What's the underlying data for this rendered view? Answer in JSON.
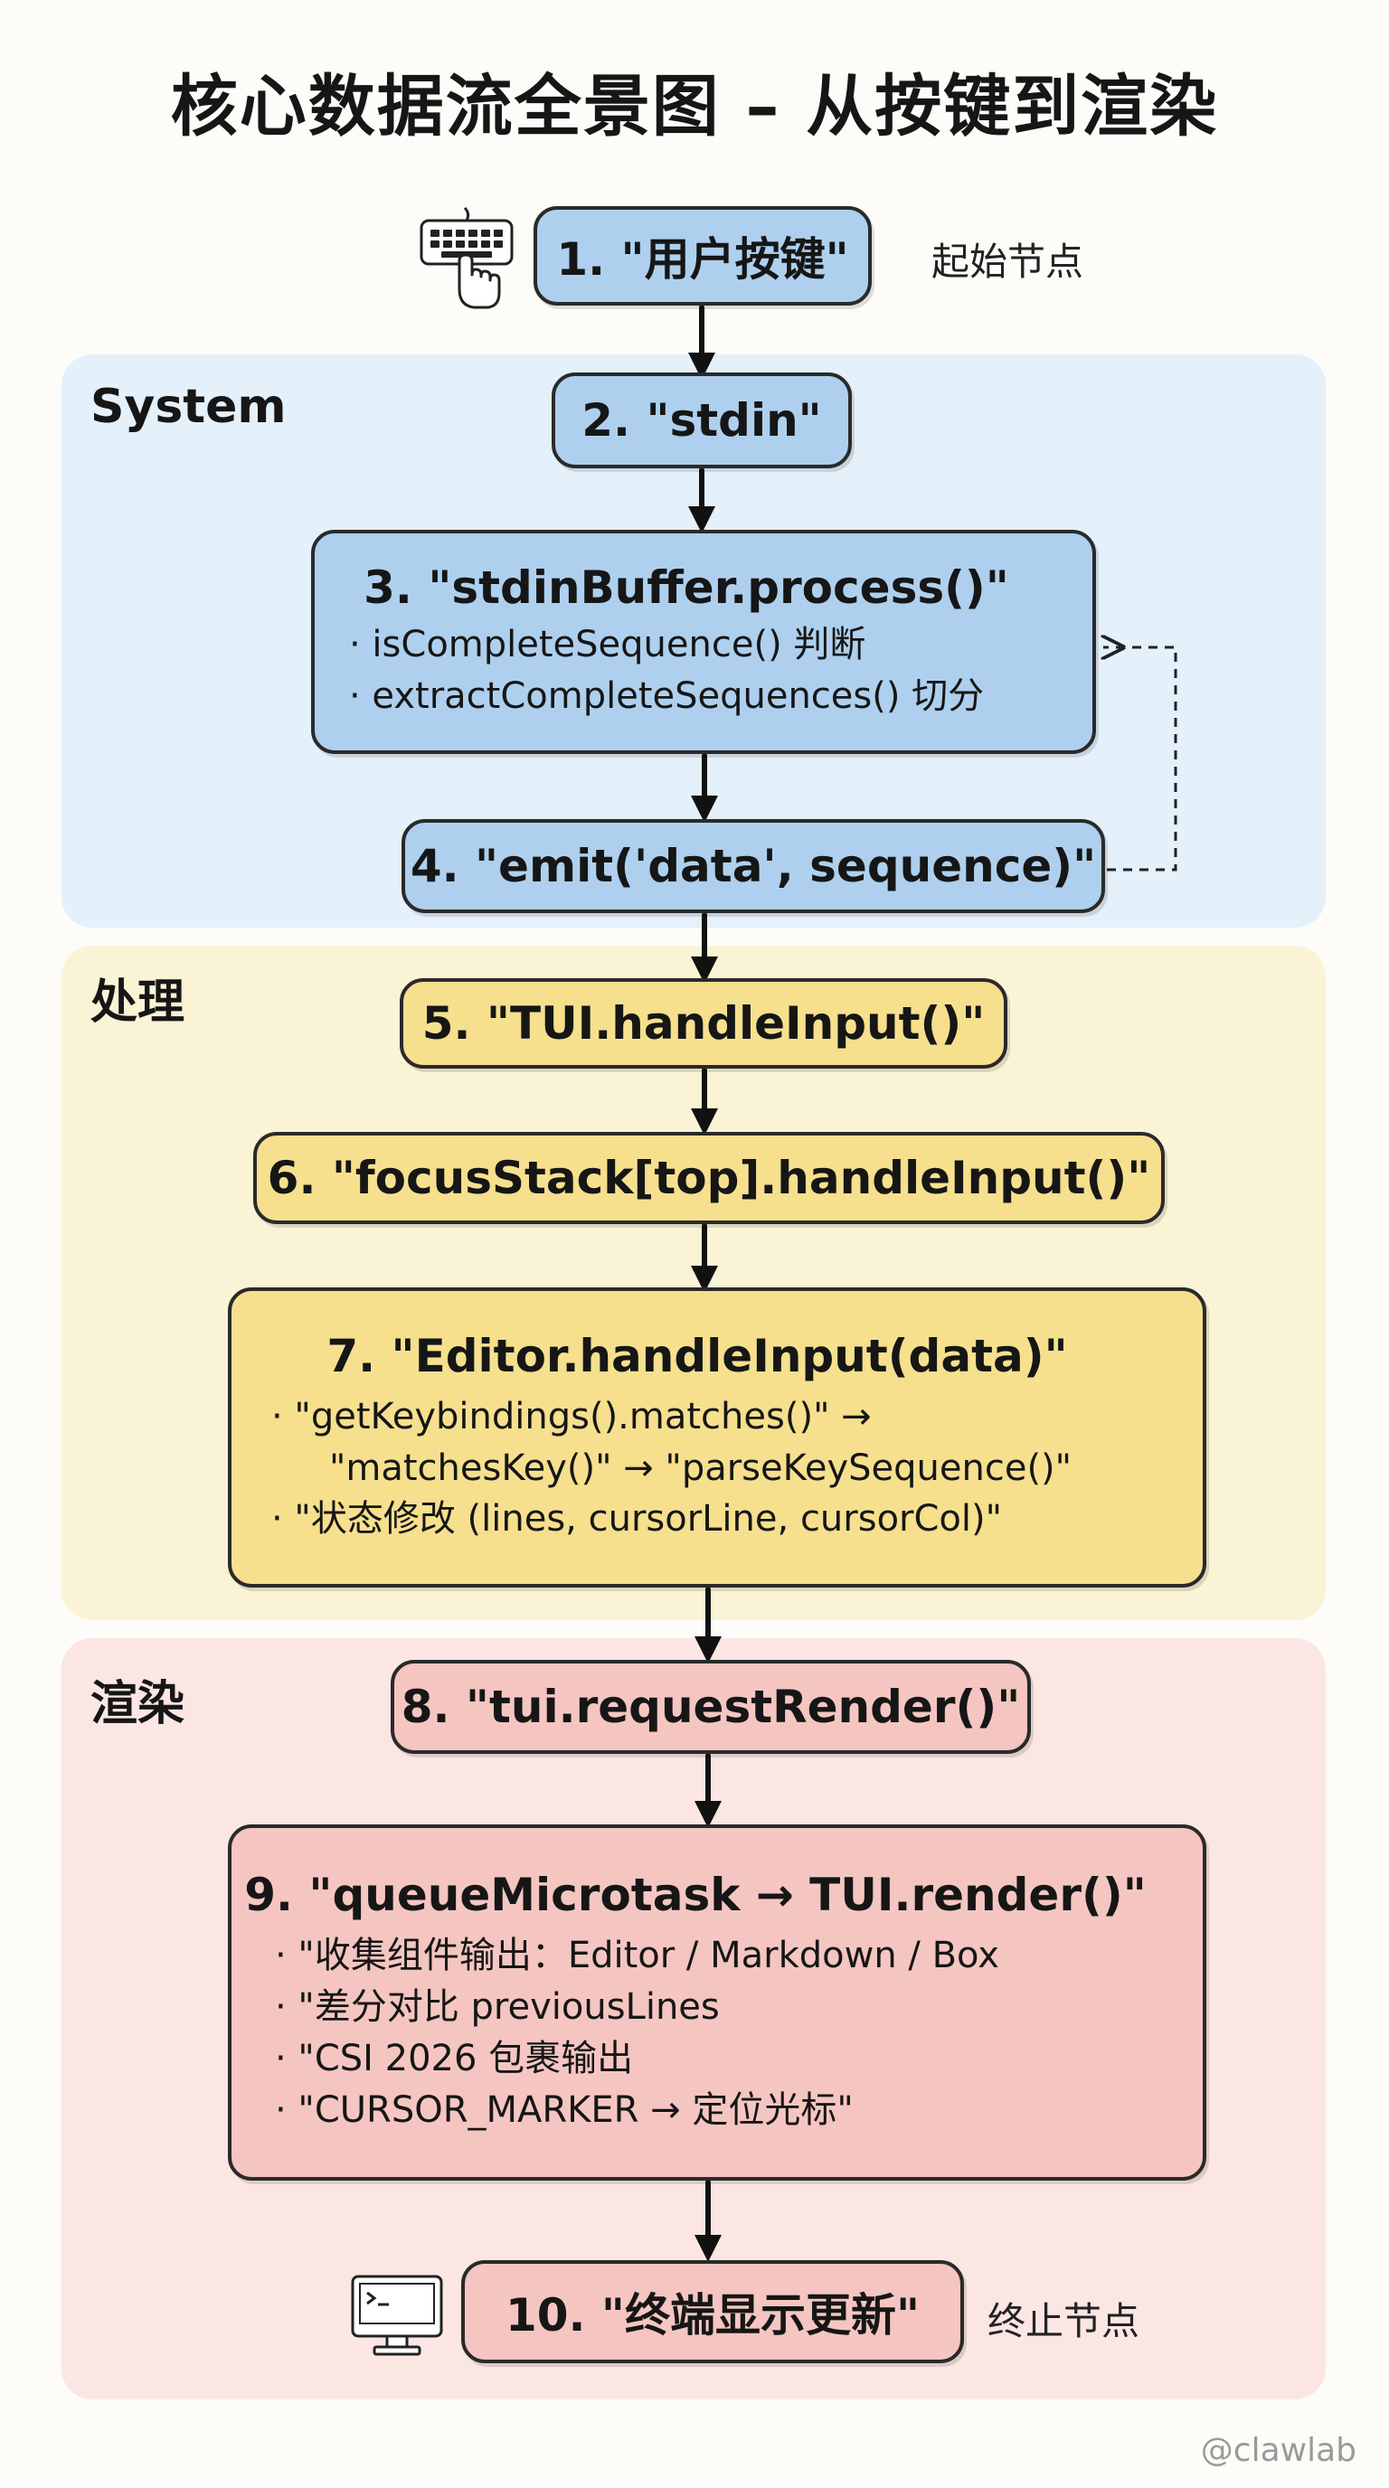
{
  "title": "核心数据流全景图 – 从按键到渲染",
  "regions": {
    "system": "System",
    "processing": "处理",
    "render": "渲染"
  },
  "start_label": "起始节点",
  "end_label": "终止节点",
  "watermark": "@clawlab",
  "icons": {
    "start": "keyboard-hand-icon",
    "end": "terminal-monitor-icon"
  },
  "colors": {
    "blue": "#aed0ee",
    "yellow": "#f6e08e",
    "red": "#f5c6c1"
  },
  "nodes": [
    {
      "title": "1. \"用户按键\""
    },
    {
      "title": "2. \"stdin\""
    },
    {
      "title": "3. \"stdinBuffer.process()\"",
      "bullets": [
        "· isCompleteSequence() 判断",
        "· extractCompleteSequences() 切分"
      ]
    },
    {
      "title": "4. \"emit('data', sequence)\""
    },
    {
      "title": "5. \"TUI.handleInput()\""
    },
    {
      "title": "6. \"focusStack[top].handleInput()\""
    },
    {
      "title": "7. \"Editor.handleInput(data)\"",
      "bullets": [
        "· \"getKeybindings().matches()\" →",
        "\"matchesKey()\" → \"parseKeySequence()\"",
        "· \"状态修改 (lines, cursorLine, cursorCol)\""
      ]
    },
    {
      "title": "8. \"tui.requestRender()\""
    },
    {
      "title": "9. \"queueMicrotask → TUI.render()\"",
      "bullets": [
        "· \"收集组件输出：Editor / Markdown / Box",
        "· \"差分对比 previousLines",
        "· \"CSI 2026 包裹输出",
        "· \"CURSOR_MARKER → 定位光标\""
      ]
    },
    {
      "title": "10. \"终端显示更新\""
    }
  ]
}
